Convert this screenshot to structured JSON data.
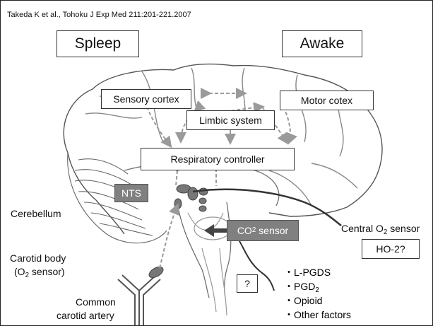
{
  "citation": "Takeda K et al., Tohoku J Exp Med 211:201-221.2007",
  "states": {
    "sleep": "Spleep",
    "awake": "Awake"
  },
  "boxes": {
    "sensory_cortex": "Sensory cortex",
    "motor_cortex": "Motor cotex",
    "limbic_system": "Limbic system",
    "respiratory_controller": "Respiratory controller",
    "nts": "NTS",
    "co2_sensor": {
      "prefix": "CO",
      "sub": "2",
      "suffix": " sensor"
    },
    "ho2": "HO-2?",
    "unknown": "?"
  },
  "labels": {
    "cerebellum": "Cerebellum",
    "central_o2": {
      "prefix": "Central O",
      "sub": "2",
      "suffix": " sensor"
    },
    "carotid_body_line1": "Carotid body",
    "carotid_body_line2": {
      "prefix": "(O",
      "sub": "2",
      "suffix": " sensor)"
    },
    "common_carotid_line1": "Common",
    "common_carotid_line2": "carotid artery"
  },
  "factors": [
    {
      "prefix": "・L-PGDS",
      "sub": "",
      "suffix": ""
    },
    {
      "prefix": "・PGD",
      "sub": "2",
      "suffix": ""
    },
    {
      "prefix": "・Opioid",
      "sub": "",
      "suffix": ""
    },
    {
      "prefix": "・Other factors",
      "sub": "",
      "suffix": ""
    }
  ],
  "colors": {
    "dashed_arrow": "#9a9a9a",
    "gray_box": "#808080",
    "dark_nerve": "#333333",
    "nucleus": "#777777"
  }
}
